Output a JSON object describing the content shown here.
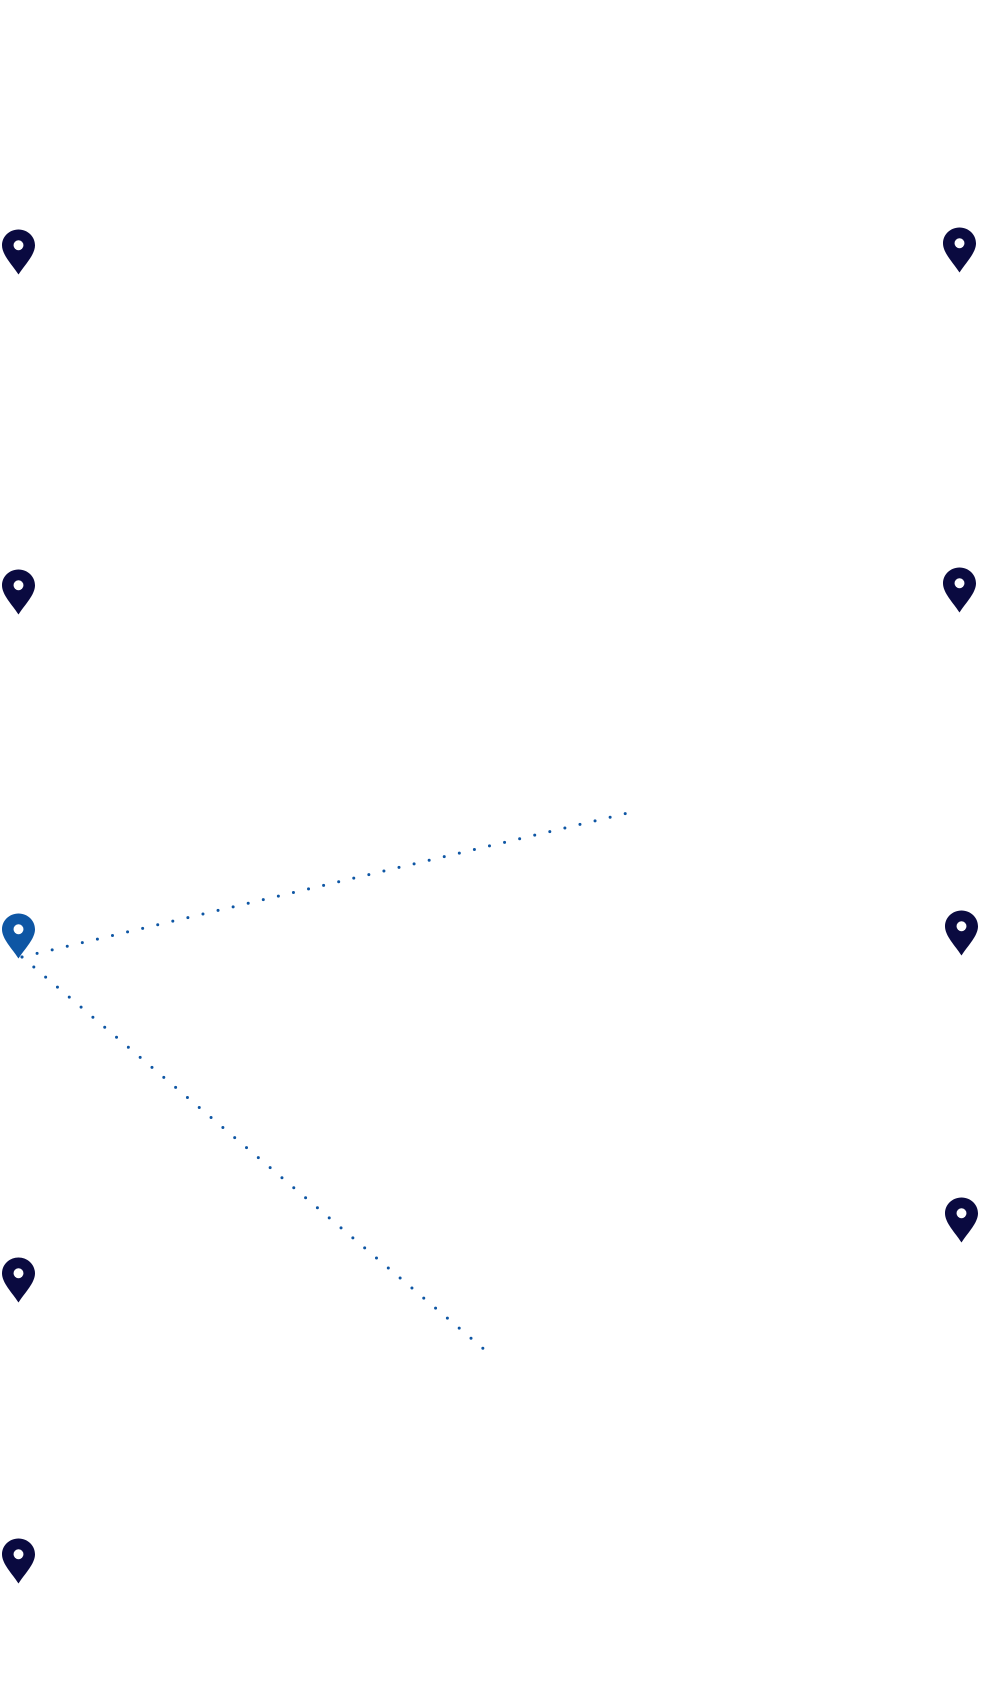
{
  "colors": {
    "pin": "#0a0a40",
    "pin_active": "#0e56a4",
    "route": "#0e56a4"
  },
  "pins": [
    {
      "id": "left-1",
      "icon": "map-pin-icon",
      "active": false
    },
    {
      "id": "left-2",
      "icon": "map-pin-icon",
      "active": false
    },
    {
      "id": "left-3",
      "icon": "map-pin-icon",
      "active": true
    },
    {
      "id": "left-4",
      "icon": "map-pin-icon",
      "active": false
    },
    {
      "id": "left-5",
      "icon": "map-pin-icon",
      "active": false
    },
    {
      "id": "right-1",
      "icon": "map-pin-icon",
      "active": false
    },
    {
      "id": "right-2",
      "icon": "map-pin-icon",
      "active": false
    },
    {
      "id": "right-3",
      "icon": "map-pin-icon",
      "active": false
    },
    {
      "id": "right-4",
      "icon": "map-pin-icon",
      "active": false
    }
  ]
}
